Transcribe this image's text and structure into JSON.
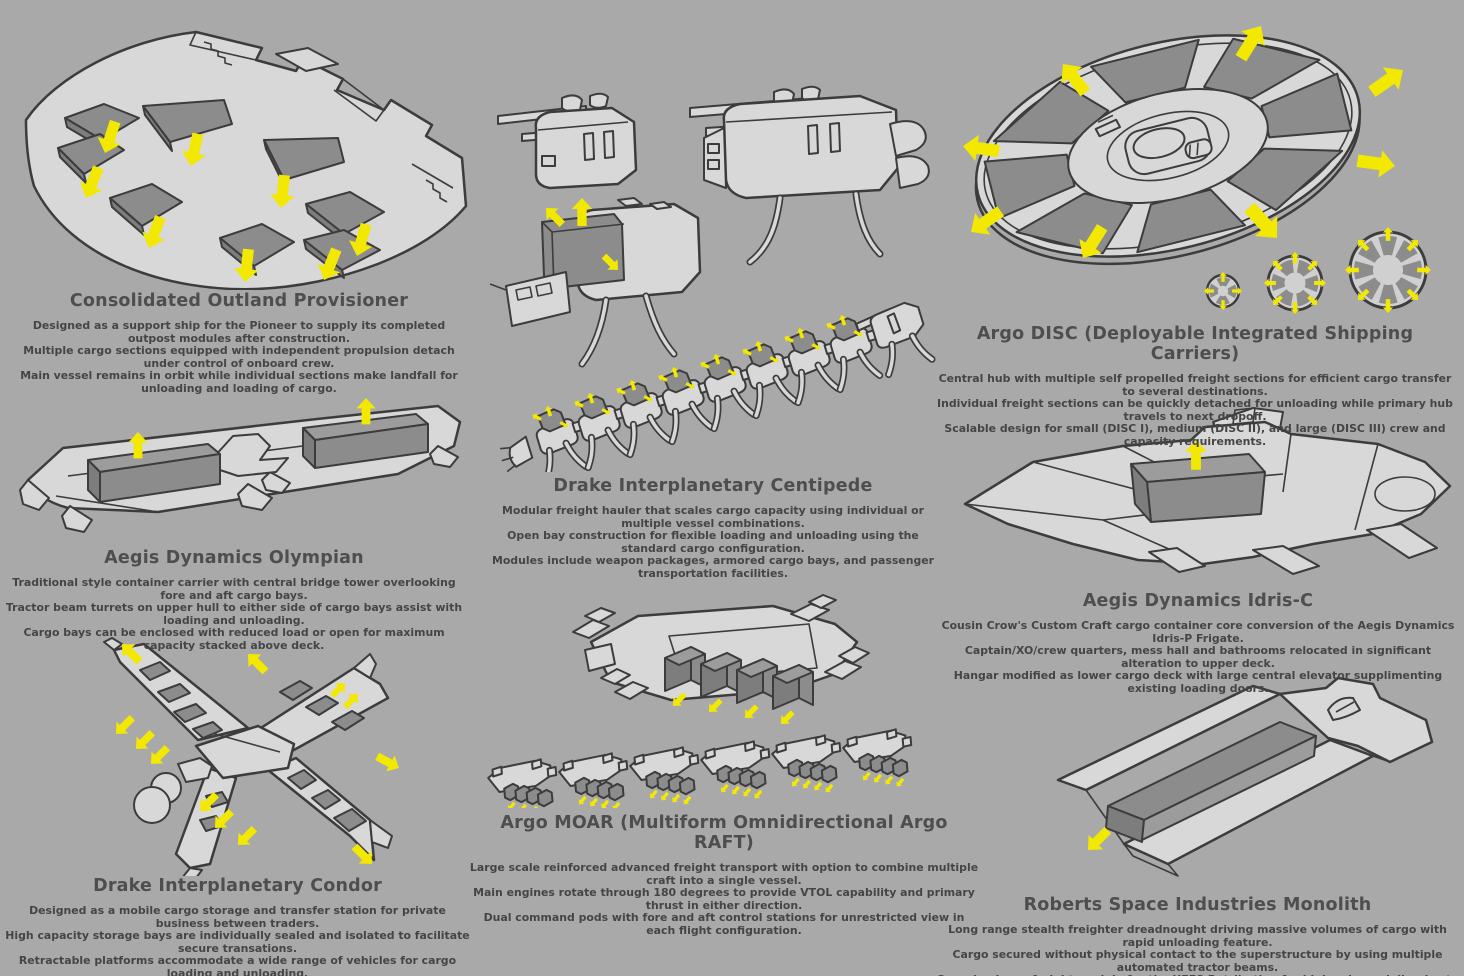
{
  "palette": {
    "background": "#a9a9a9",
    "ship_fill": "#d8d8d8",
    "cargo_dark": "#8c8c8c",
    "outline": "#3c3c3c",
    "arrow_yellow": "#f2e800",
    "title_color": "#4e4e4e",
    "body_color": "#454545"
  },
  "ships": [
    {
      "id": "provisioner",
      "title": "Consolidated Outland Provisioner",
      "description": "Designed as a support ship for the Pioneer to supply its completed outpost modules after construction.\nMultiple cargo sections equipped with independent propulsion detach under control of onboard crew.\nMain vessel remains in orbit while individual sections make landfall for unloading and loading of cargo."
    },
    {
      "id": "olympian",
      "title": "Aegis Dynamics Olympian",
      "description": "Traditional style container carrier with central bridge tower overlooking fore and aft cargo bays.\nTractor beam turrets on upper hull to either side of cargo bays assist with loading and unloading.\nCargo bays can be enclosed with reduced load or open for maximum capacity stacked above deck."
    },
    {
      "id": "condor",
      "title": "Drake Interplanetary Condor",
      "description": "Designed as a mobile cargo storage and transfer station for private business between traders.\nHigh capacity storage bays are individually sealed and isolated to facilitate secure transations.\nRetractable platforms accommodate a wide range of vehicles for cargo loading and unloading."
    },
    {
      "id": "centipede",
      "title": "Drake Interplanetary Centipede",
      "description": "Modular freight hauler that scales cargo capacity using individual or multiple vessel combinations.\nOpen bay construction for flexible loading and unloading using the standard cargo configuration.\nModules include weapon packages, armored cargo bays, and passenger transportation facilities."
    },
    {
      "id": "moar",
      "title": "Argo MOAR (Multiform Omnidirectional Argo RAFT)",
      "description": "Large scale reinforced advanced freight transport with option to combine multiple craft into a single vessel.\nMain engines rotate through 180 degrees to provide VTOL capability and primary thrust in either direction.\nDual command pods with fore and aft control stations for unrestricted view in each flight configuration."
    },
    {
      "id": "disc",
      "title": "Argo DISC (Deployable Integrated Shipping Carriers)",
      "description": "Central hub with multiple self propelled freight sections for efficient cargo transfer to several destinations.\nIndividual freight sections can be quickly detached for unloading while primary hub travels to next dropoff.\nScalable design for small (DISC I), medium (DISC II), and large (DISC III) crew and capacity requirements."
    },
    {
      "id": "idris",
      "title": "Aegis Dynamics Idris-C",
      "description": "Cousin Crow's Custom Craft cargo container core conversion of the Aegis Dynamics Idris-P Frigate.\nCaptain/XO/crew quarters, mess hall and bathrooms relocated in significant alteration to upper deck.\nHangar modified as lower cargo deck with large central elevator supplimenting existing loading doors."
    },
    {
      "id": "monolith",
      "title": "Roberts Space Industries Monolith",
      "description": "Long range stealth freighter dreadnought driving massive volumes of cargo with rapid unloading feature.\nCargo secured without physical contact to the superstructure by using multiple automated tractor beams.\nConceived as a freight module for the UEES Retribution for high volume deliveries to Vanduul Kingships."
    }
  ]
}
